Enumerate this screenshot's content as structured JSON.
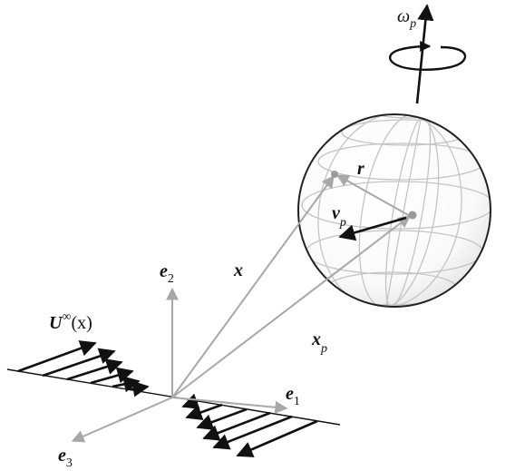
{
  "labels": {
    "omega": "ω",
    "omega_sub": "p",
    "r": "r",
    "v": "v",
    "v_sub": "p",
    "x": "x",
    "x_p": "x",
    "x_p_sub": "p",
    "e1": "e",
    "e1_sub": "1",
    "e2": "e",
    "e2_sub": "2",
    "e3": "e",
    "e3_sub": "3",
    "U_main": "U",
    "U_sup": "∞",
    "U_arg": "(x)"
  },
  "colors": {
    "black": "#111111",
    "gray_arrow": "#a8a8a8",
    "grid": "#c4c4c4",
    "sphere_edge": "#222222",
    "dot": "#9a9a9a"
  }
}
